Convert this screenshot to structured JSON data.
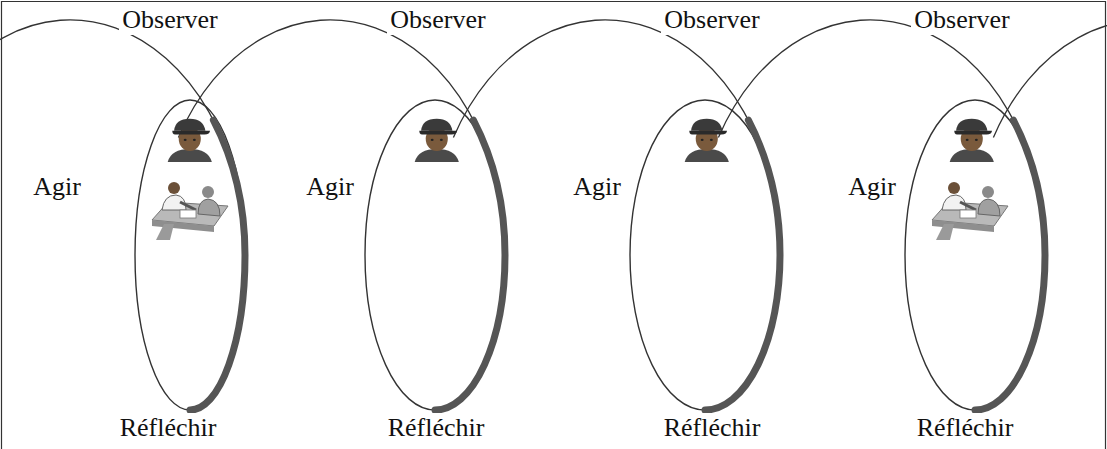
{
  "diagram": {
    "nodes": [
      {
        "text": [
          "Observer",
          "Agir",
          "Réfléchir"
        ]
      },
      {
        "text": [
          "Observer",
          "Agir",
          "Réfléchir"
        ]
      },
      {
        "text": [
          "Observer",
          "Agir",
          "Réfléchir"
        ]
      },
      {
        "text": [
          "Observer",
          "Agir",
          "Réfléchir"
        ]
      }
    ]
  }
}
